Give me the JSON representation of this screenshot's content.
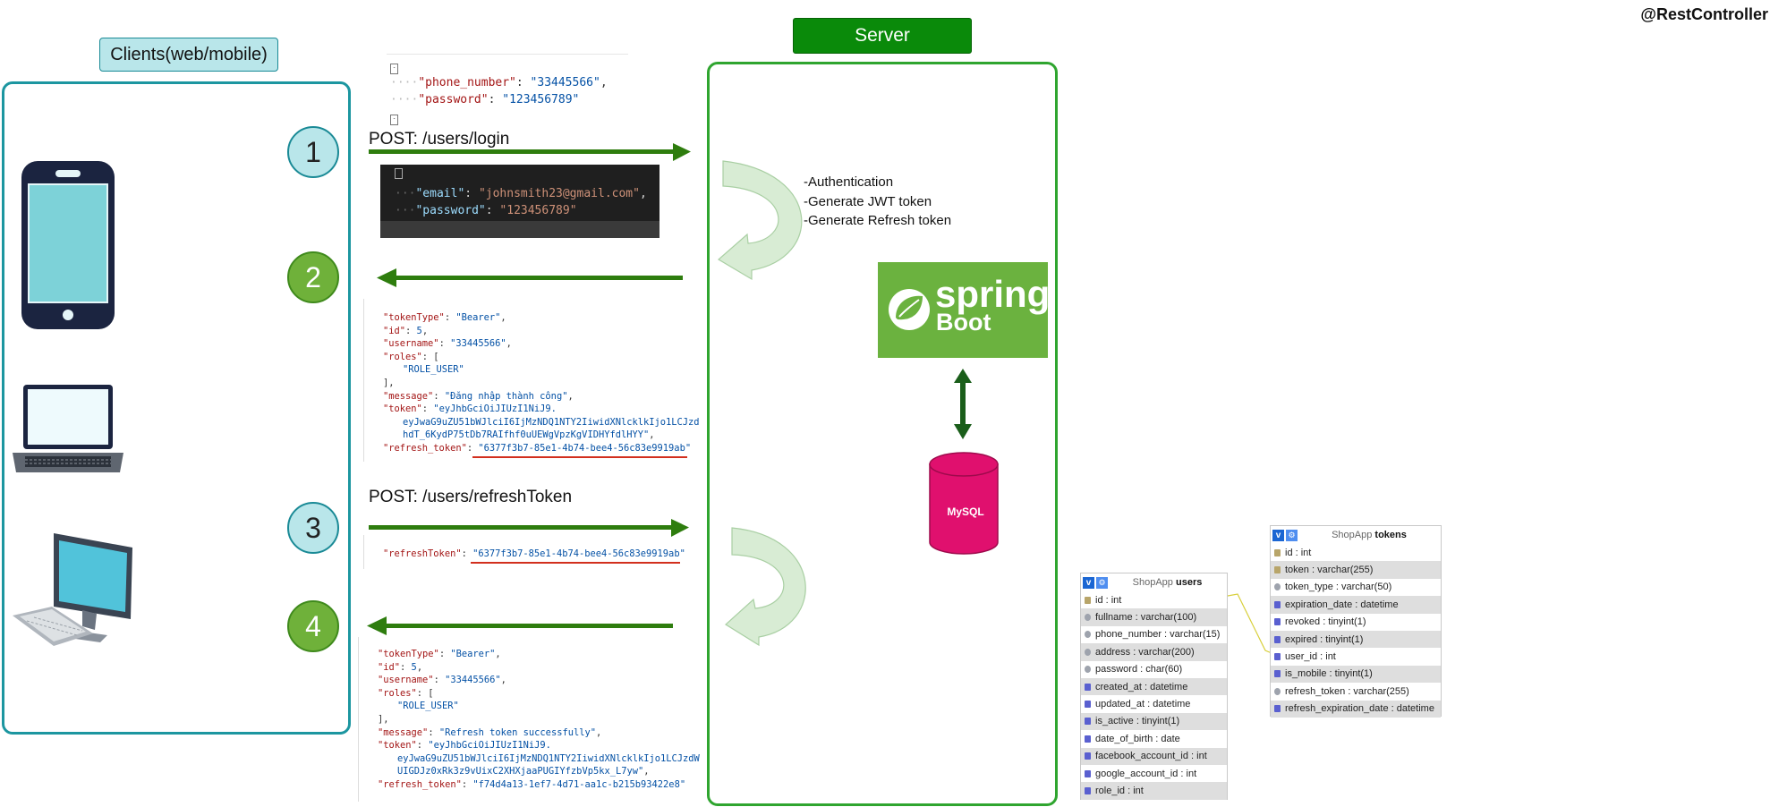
{
  "title": "@RestController",
  "clients": {
    "title": "Clients(web/mobile)"
  },
  "server": {
    "title": "Server"
  },
  "steps": [
    {
      "number": "1",
      "endpoint": "POST: /users/login"
    },
    {
      "number": "2"
    },
    {
      "number": "3",
      "endpoint": "POST: /users/refreshToken"
    },
    {
      "number": "4"
    }
  ],
  "login_request_light": {
    "lines": [
      {
        "key": "\"phone_number\"",
        "value": "\"33445566\""
      },
      {
        "key": "\"password\"",
        "value": "\"123456789\""
      }
    ]
  },
  "login_request_dark": {
    "lines": [
      {
        "key": "\"email\"",
        "value": "\"johnsmith23@gmail.com\""
      },
      {
        "key": "\"password\"",
        "value": "\"123456789\""
      }
    ]
  },
  "login_response": {
    "tokenType_key": "\"tokenType\"",
    "tokenType": "\"Bearer\"",
    "id_key": "\"id\"",
    "id": "5",
    "username_key": "\"username\"",
    "username": "\"33445566\"",
    "roles_key": "\"roles\"",
    "role": "\"ROLE_USER\"",
    "message_key": "\"message\"",
    "message": "\"Đăng nhập thành công\"",
    "token_key": "\"token\"",
    "token_1": "\"eyJhbGciOiJIUzI1NiJ9.",
    "token_2": "eyJwaG9uZU51bWJlciI6IjMzNDQ1NTY2IiwidXNlcklkIjo1LCJzd",
    "token_3": "hdT_6KydP75tDb7RAIfhf0uUEWgVpzKgVIDHYfdlHYY\"",
    "refresh_key": "\"refresh_token\"",
    "refresh": "\"6377f3b7-85e1-4b74-bee4-56c83e9919ab\""
  },
  "refresh_request": {
    "key": "\"refreshToken\"",
    "value": "\"6377f3b7-85e1-4b74-bee4-56c83e9919ab\""
  },
  "refresh_response": {
    "tokenType_key": "\"tokenType\"",
    "tokenType": "\"Bearer\"",
    "id_key": "\"id\"",
    "id": "5",
    "username_key": "\"username\"",
    "username": "\"33445566\"",
    "roles_key": "\"roles\"",
    "role": "\"ROLE_USER\"",
    "message_key": "\"message\"",
    "message": "\"Refresh token successfully\"",
    "token_key": "\"token\"",
    "token_1": "\"eyJhbGciOiJIUzI1NiJ9.",
    "token_2": "eyJwaG9uZU51bWJlciI6IjMzNDQ1NTY2IiwidXNlcklkIjo1LCJzdW",
    "token_3": "UIGDJz0xRk3z9vUixC2XHXjaaPUGIYfzbVp5kx_L7yw\"",
    "refresh_key": "\"refresh_token\"",
    "refresh": "\"f74d4a13-1ef7-4d71-aa1c-b215b93422e8\""
  },
  "auth_notes": [
    "-Authentication",
    "-Generate JWT token",
    "-Generate Refresh token"
  ],
  "spring_logo": {
    "line1": "spring",
    "line2": "Boot"
  },
  "database": {
    "label": "MySQL"
  },
  "tables": [
    {
      "schema": "ShopApp",
      "name": "users",
      "columns": [
        {
          "text": "id : int",
          "icon": "key"
        },
        {
          "text": "fullname : varchar(100)",
          "icon": "nn"
        },
        {
          "text": "phone_number : varchar(15)",
          "icon": "nn"
        },
        {
          "text": "address : varchar(200)",
          "icon": "nn"
        },
        {
          "text": "password : char(60)",
          "icon": "nn"
        },
        {
          "text": "created_at : datetime",
          "icon": "idx"
        },
        {
          "text": "updated_at : datetime",
          "icon": "idx"
        },
        {
          "text": "is_active : tinyint(1)",
          "icon": "idx"
        },
        {
          "text": "date_of_birth : date",
          "icon": "idx"
        },
        {
          "text": "facebook_account_id : int",
          "icon": "idx"
        },
        {
          "text": "google_account_id : int",
          "icon": "idx"
        },
        {
          "text": "role_id : int",
          "icon": "idx"
        }
      ]
    },
    {
      "schema": "ShopApp",
      "name": "tokens",
      "columns": [
        {
          "text": "id : int",
          "icon": "key"
        },
        {
          "text": "token : varchar(255)",
          "icon": "key"
        },
        {
          "text": "token_type : varchar(50)",
          "icon": "nn"
        },
        {
          "text": "expiration_date : datetime",
          "icon": "idx"
        },
        {
          "text": "revoked : tinyint(1)",
          "icon": "idx"
        },
        {
          "text": "expired : tinyint(1)",
          "icon": "idx"
        },
        {
          "text": "user_id : int",
          "icon": "idx"
        },
        {
          "text": "is_mobile : tinyint(1)",
          "icon": "idx"
        },
        {
          "text": "refresh_token : varchar(255)",
          "icon": "nn"
        },
        {
          "text": "refresh_expiration_date : datetime",
          "icon": "idx"
        }
      ]
    }
  ],
  "colors": {
    "teal": "#1c96a0",
    "teal_fill": "#b9e6ea",
    "green_arrow": "#2e7d0e",
    "server_border": "#2fa52f",
    "spring": "#6bb23f",
    "mysql": "#e0106e",
    "underline": "#d22f1e"
  }
}
